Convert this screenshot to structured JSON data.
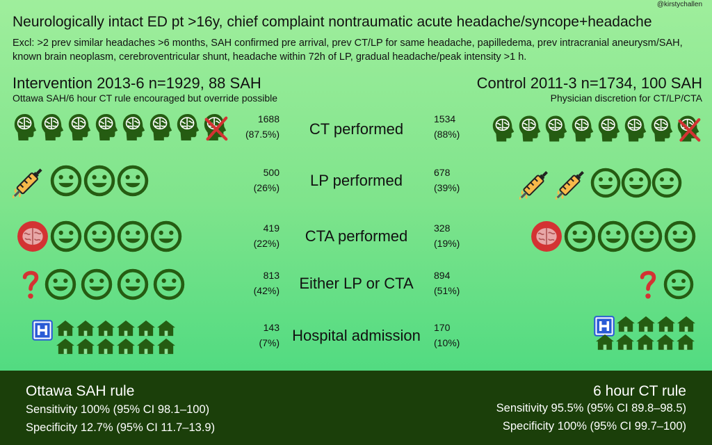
{
  "handle": "@kirstychallen",
  "title": "Neurologically intact ED pt >16y, chief complaint nontraumatic acute headache/syncope+headache",
  "exclusions": "Excl: >2 prev similar headaches >6 months, SAH confirmed pre arrival, prev CT/LP for same headache, papilledema, prev intracranial aneurysm/SAH, known brain neoplasm, cerebroventricular shunt, headache within 72h of LP, gradual headache/peak intensity >1 h.",
  "intervention": {
    "title": "Intervention 2013-6 n=1929, 88 SAH",
    "subtitle": "Ottawa SAH/6 hour CT rule encouraged but override possible"
  },
  "control": {
    "title": "Control 2011-3 n=1734, 100 SAH",
    "subtitle": "Physician discretion for CT/LP/CTA"
  },
  "outcomes": [
    {
      "label": "CT performed",
      "left_count": "1688",
      "left_pct": "(87.5%)",
      "right_count": "1534",
      "right_pct": "(88%)",
      "left_icons": "7 brain-head + 1 crossed-head",
      "right_icons": "7 brain-head + 1 crossed-head"
    },
    {
      "label": "LP performed",
      "left_count": "500",
      "left_pct": "(26%)",
      "right_count": "678",
      "right_pct": "(39%)",
      "left_icons": "1 syringe + 3 smiley",
      "right_icons": "2 syringe + 3 smiley"
    },
    {
      "label": "CTA performed",
      "left_count": "419",
      "left_pct": "(22%)",
      "right_count": "328",
      "right_pct": "(19%)",
      "left_icons": "1 brain + 4 smiley",
      "right_icons": "1 brain + 4 smiley"
    },
    {
      "label": "Either LP or CTA",
      "left_count": "813",
      "left_pct": "(42%)",
      "right_count": "894",
      "right_pct": "(51%)",
      "left_icons": "1 question + 4 smiley",
      "right_icons": "1 question + 1 smiley"
    },
    {
      "label": "Hospital admission",
      "left_count": "143",
      "left_pct": "(7%)",
      "right_count": "170",
      "right_pct": "(10%)",
      "left_icons": "hospital + 12 house",
      "right_icons": "hospital + 10 house"
    }
  ],
  "colors": {
    "icon_green": "#255c12",
    "cross_red": "#d33333",
    "brain_pink": "#e8a8a8",
    "footer_bg": "#1b3f0a",
    "question_red": "#d33333",
    "hospital_blue": "#2a5bd6"
  },
  "footer": {
    "left": {
      "title": "Ottawa SAH rule",
      "sens": "Sensitivity 100% (95% CI 98.1–100)",
      "spec": "Specificity 12.7% (95% CI 11.7–13.9)"
    },
    "right": {
      "title": "6 hour CT rule",
      "sens": "Sensitivity 95.5% (95% CI 89.8–98.5)",
      "spec": "Specificity 100% (95% CI 99.7–100)"
    }
  }
}
